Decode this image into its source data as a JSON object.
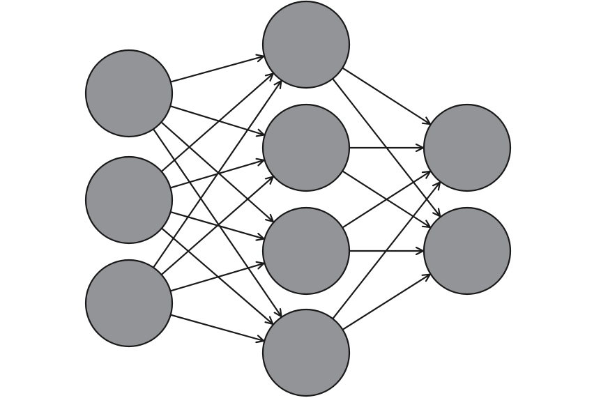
{
  "diagram": {
    "type": "feedforward-neural-network",
    "colors": {
      "node_fill": "#939497",
      "stroke": "#1a1a1a",
      "background": "#ffffff"
    },
    "layers": [
      {
        "name": "input",
        "node_count": 3
      },
      {
        "name": "hidden",
        "node_count": 4
      },
      {
        "name": "output",
        "node_count": 2
      }
    ],
    "connectivity": "fully-connected",
    "edge_style": "arrow",
    "labels_shown": false
  }
}
